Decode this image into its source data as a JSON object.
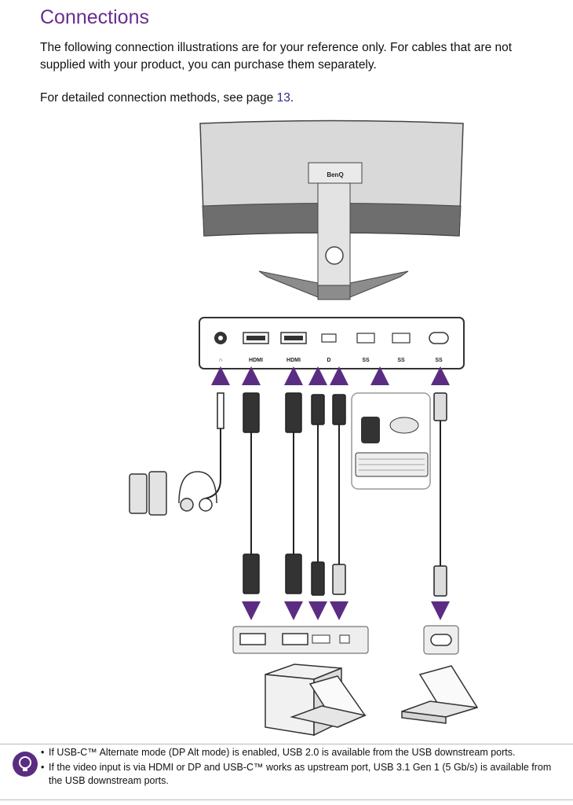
{
  "page": {
    "title": "Connections",
    "intro": "The following connection illustrations are for your reference only. For cables that are not supplied with your product, you can purchase them separately.",
    "see_prefix": "For detailed connection methods, see page ",
    "see_page": "13",
    "see_suffix": "."
  },
  "monitor": {
    "brand": "BenQ"
  },
  "ports": [
    {
      "icon": "headphone-jack-icon",
      "label": ""
    },
    {
      "icon": "hdmi-port-icon",
      "label": "HDMI"
    },
    {
      "icon": "hdmi-port-icon",
      "label": "HDMI"
    },
    {
      "icon": "displayport-port-icon",
      "label": ""
    },
    {
      "icon": "usb-a-port-icon",
      "label": "SS"
    },
    {
      "icon": "usb-a-port-icon",
      "label": "SS"
    },
    {
      "icon": "usb-c-port-icon",
      "label": "SS"
    }
  ],
  "colors": {
    "accent": "#6b2d8f",
    "arrow": "#5a2d82",
    "link": "#2a2a8a"
  },
  "notes": [
    "If USB-C™ Alternate mode (DP Alt mode) is enabled, USB 2.0 is available from the USB downstream ports.",
    "If the video input is via HDMI or DP and USB-C™ works as upstream port, USB 3.1 Gen 1 (5 Gb/s) is available from the USB downstream ports."
  ]
}
